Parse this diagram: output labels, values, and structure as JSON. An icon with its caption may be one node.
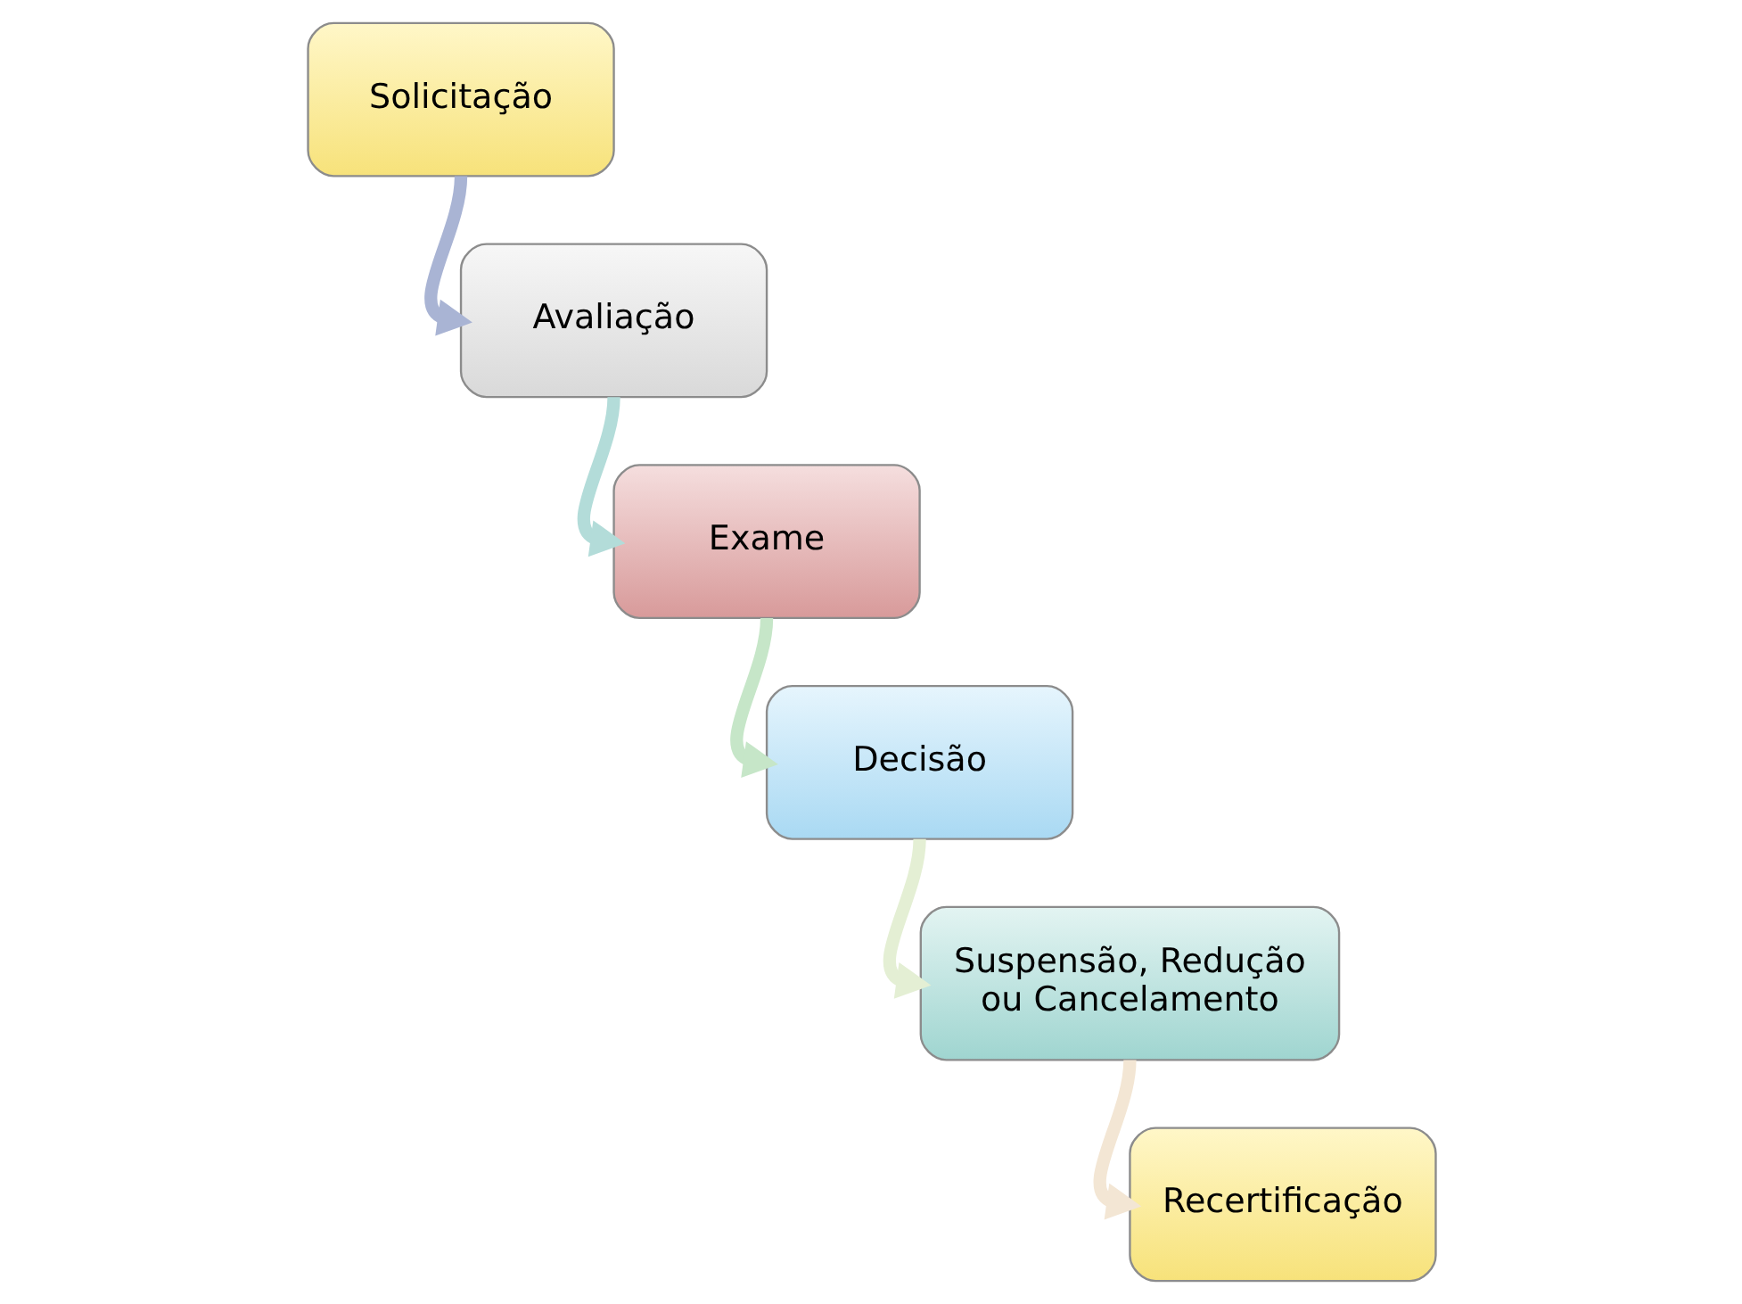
{
  "diagram": {
    "nodes": [
      {
        "text": [
          "Solicitação"
        ]
      },
      {
        "text": [
          "Avaliação"
        ]
      },
      {
        "text": [
          "Exame"
        ]
      },
      {
        "text": [
          "Decisão"
        ]
      },
      {
        "text": [
          "Suspensão, Redução ou Cancelamento"
        ]
      },
      {
        "text": [
          "Recertificação"
        ]
      }
    ],
    "edges": [
      {
        "from": 0,
        "to": 1,
        "arrow": "to",
        "color": "#a9b4d4"
      },
      {
        "from": 1,
        "to": 2,
        "arrow": "to",
        "color": "#b3dcd9"
      },
      {
        "from": 2,
        "to": 3,
        "arrow": "to",
        "color": "#c6e6c8"
      },
      {
        "from": 3,
        "to": 4,
        "arrow": "to",
        "color": "#e4efd4"
      },
      {
        "from": 4,
        "to": 5,
        "arrow": "to",
        "color": "#f3e6d4"
      }
    ]
  }
}
